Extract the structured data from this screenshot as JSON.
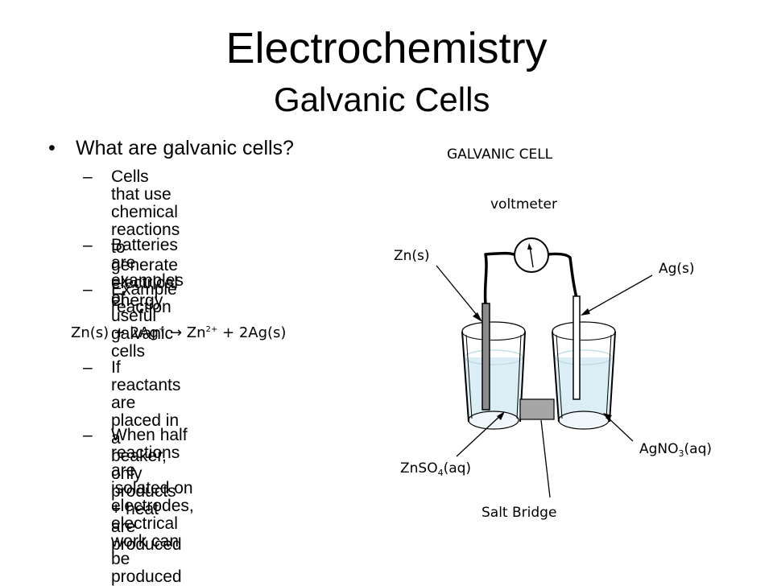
{
  "slide": {
    "title": "Electrochemistry",
    "subtitle": "Galvanic Cells",
    "bullet": {
      "marker": "•",
      "text": "What are galvanic cells?"
    },
    "subpoints_top": [
      {
        "marker": "–",
        "text": "Cells that use chemical\nreactions to generate electrical\nenergy"
      },
      {
        "marker": "–",
        "text": "Batteries are examples of\nuseful galvanic cells"
      },
      {
        "marker": "–",
        "text": "Example reaction"
      }
    ],
    "equation": {
      "zn": "Zn(s) + 2Ag",
      "ag_charge": "+",
      "arrow": " → Zn",
      "zn_charge": "2+",
      "product": " + 2Ag(s)"
    },
    "subpoints_bottom": [
      {
        "marker": "–",
        "text": "If reactants are placed in a\nbeaker, only products + heat\nare produced"
      },
      {
        "marker": "–",
        "text": "When half reactions are\nisolated on electrodes,\nelectrical work can be\nproduced"
      }
    ]
  },
  "diagram": {
    "heading": "GALVANIC CELL",
    "voltmeter_label": "voltmeter",
    "zn_electrode_label": "Zn(s)",
    "ag_electrode_label": "Ag(s)",
    "znso4_label": {
      "main": "ZnSO",
      "sub": "4",
      "tail": "(aq)"
    },
    "agno3_label": {
      "main": "AgNO",
      "sub": "3",
      "tail": "(aq)"
    },
    "salt_bridge_label": "Salt Bridge",
    "colors": {
      "solution": "#dbeef5",
      "solution_edge": "#b8d8e6",
      "zn_electrode": "#8c8c8c",
      "salt_bridge": "#a6a6a6",
      "ag_electrode": "#ffffff"
    }
  }
}
